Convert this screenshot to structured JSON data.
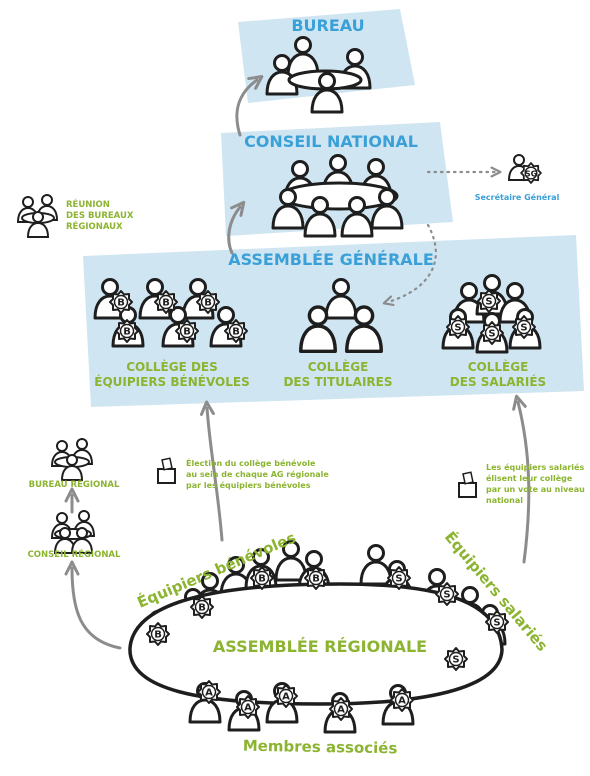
{
  "colors": {
    "panel": "#cfe5f2",
    "blue": "#3aa0d8",
    "green": "#8cb431",
    "ink": "#1e1e1e",
    "arrow": "#8c8c8c"
  },
  "bureau": {
    "title": "BUREAU"
  },
  "conseil_national": {
    "title": "CONSEIL NATIONAL"
  },
  "secretaire": {
    "label": "Secrétaire Général",
    "badge": "SG"
  },
  "reunion": {
    "line1": "RÉUNION",
    "line2": "DES BUREAUX",
    "line3": "RÉGIONAUX"
  },
  "assemblee_generale": {
    "title": "ASSEMBLÉE GÉNÉRALE",
    "college_benevoles": {
      "line1": "COLLÈGE DES",
      "line2": "ÉQUIPIERS BÉNÉVOLES"
    },
    "college_titulaires": {
      "line1": "COLLÈGE",
      "line2": "DES TITULAIRES"
    },
    "college_salaries": {
      "line1": "COLLÈGE",
      "line2": "DES SALARIÉS"
    }
  },
  "election_benevole": {
    "line1": "Élection du collège bénévole",
    "line2": "au sein de chaque AG régionale",
    "line3": "par les équipiers bénévoles"
  },
  "election_salaries": {
    "line1": "Les équipiers salariés",
    "line2": "élisent leur collège",
    "line3": "par un vote au niveau",
    "line4": "national"
  },
  "bureau_regional": {
    "label": "BUREAU RÉGIONAL"
  },
  "conseil_regional": {
    "label": "CONSEIL RÉGIONAL"
  },
  "assemblee_regionale": {
    "title": "ASSEMBLÉE RÉGIONALE"
  },
  "groups": {
    "benevoles": "Équipiers bénévoles",
    "salaries": "Équipiers salariés",
    "associes": "Membres associés"
  },
  "badges": {
    "benevole": "B",
    "salarie": "S",
    "associe": "A"
  },
  "icons": [
    "person-icon",
    "badge-icon",
    "ballot-box-icon",
    "meeting-table-icon",
    "arrow-icon"
  ]
}
